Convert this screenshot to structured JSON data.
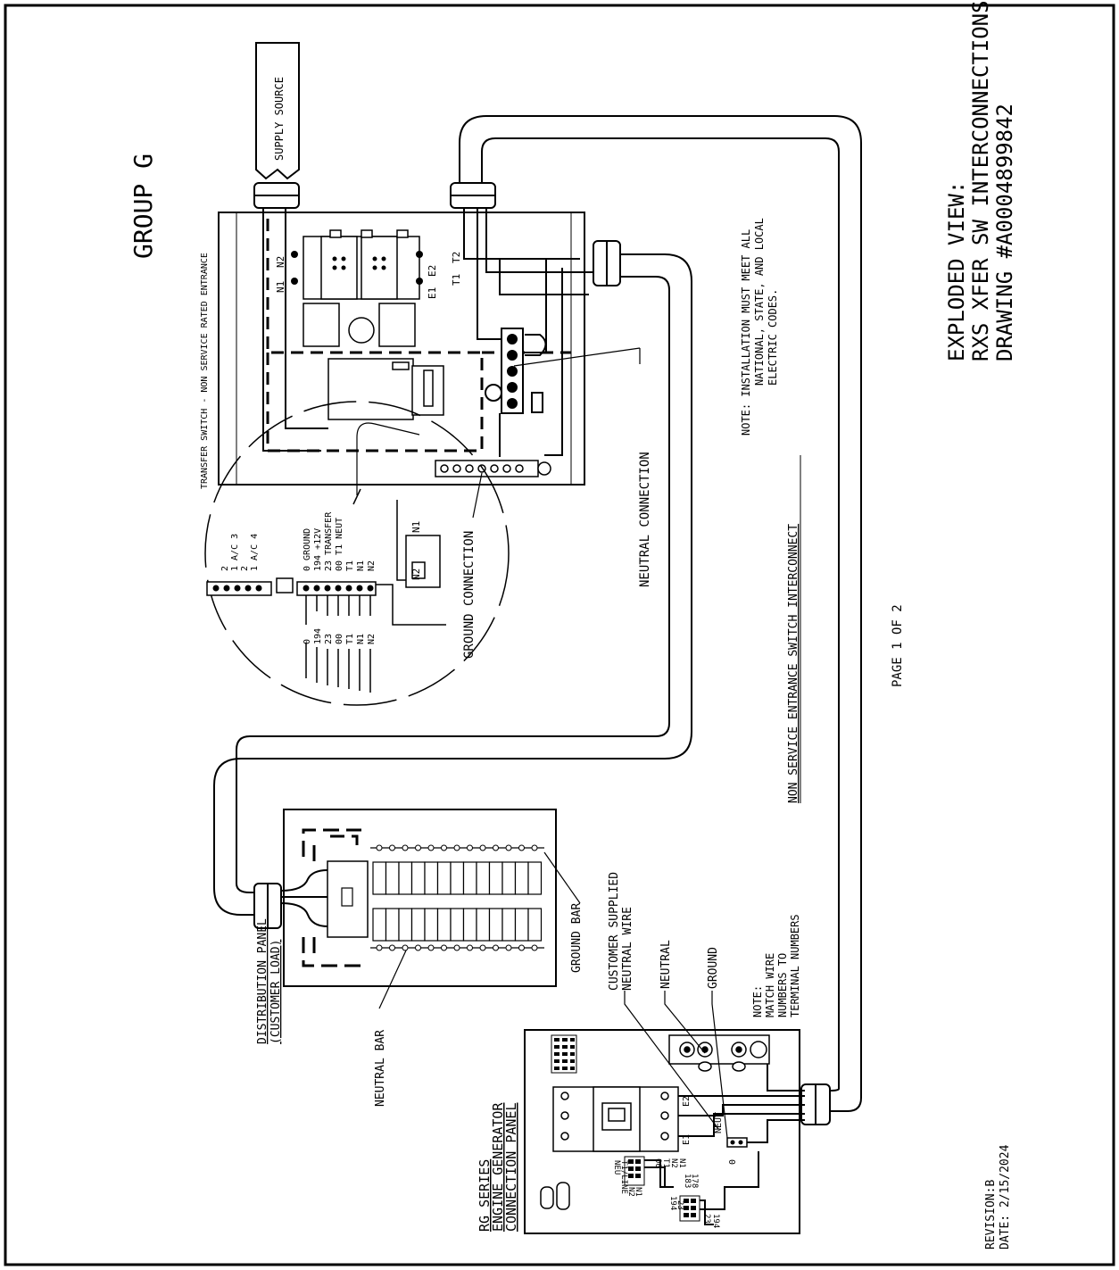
{
  "title_block": {
    "line1": "EXPLODED VIEW:",
    "line2": "RXS XFER SW INTERCONNECTIONS",
    "line3": "DRAWING #A0004899842"
  },
  "group_label": "GROUP G",
  "page_label": "PAGE 1 OF 2",
  "revision": "REVISION:B",
  "date": "DATE: 2/15/2024",
  "note_codes": {
    "line1": "NOTE: INSTALLATION MUST MEET ALL",
    "line2": "NATIONAL, STATE, AND LOCAL",
    "line3": "ELECTRIC CODES."
  },
  "interconnect_title": "NON SERVICE ENTRANCE SWITCH INTERCONNECT",
  "transfer_switch_title": "TRANSFER SWITCH - NON SERVICE RATED ENTRANCE",
  "supply_source": "SUPPLY SOURCE",
  "neutral_connection": "NEUTRAL CONNECTION",
  "ground_connection": "GROUND CONNECTION",
  "switch_terminals": [
    "N2",
    "N1",
    "E2",
    "E1",
    "T2",
    "T1"
  ],
  "detail": {
    "labels": [
      "2",
      "1 A/C 3",
      "2",
      "1 A/C 4",
      "0 GROUND",
      "194 +12V",
      "23 TRANSFER",
      "00 T1 NEUT",
      "T1",
      "N1",
      "N2"
    ],
    "wires": [
      "0",
      "194",
      "23",
      "00",
      "T1",
      "N1",
      "N2"
    ],
    "n1": "N1",
    "n2": "N2"
  },
  "distribution": {
    "line1": "DISTRIBUTION PANEL",
    "line2": "(CUSTOMER LOAD)",
    "neutral_bar": "NEUTRAL BAR",
    "ground_bar": "GROUND BAR"
  },
  "generator": {
    "line1": "RG SERIES",
    "line2": "ENGINE GENERATOR",
    "line3": "CONNECTION PANEL",
    "customer_neutral_1": "CUSTOMER SUPPLIED",
    "customer_neutral_2": "NEUTRAL WIRE",
    "neutral": "NEUTRAL",
    "ground": "GROUND",
    "note_1": "NOTE:",
    "note_2": "MATCH WIRE",
    "note_3": "NUMBERS TO",
    "note_4": "TERMINAL NUMBERS",
    "e1": "E1",
    "e2": "E2",
    "neut": "NEUT",
    "zero": "0",
    "term_block_1": [
      "NEU",
      "T1/LINE",
      "N2",
      "N1"
    ],
    "term_block_1_wires": [
      "00",
      "T1",
      "N2",
      "N1"
    ],
    "term_block_2": [
      "194",
      "23",
      "183",
      "178"
    ],
    "term_block_2_wires": [
      "194",
      "23"
    ]
  }
}
